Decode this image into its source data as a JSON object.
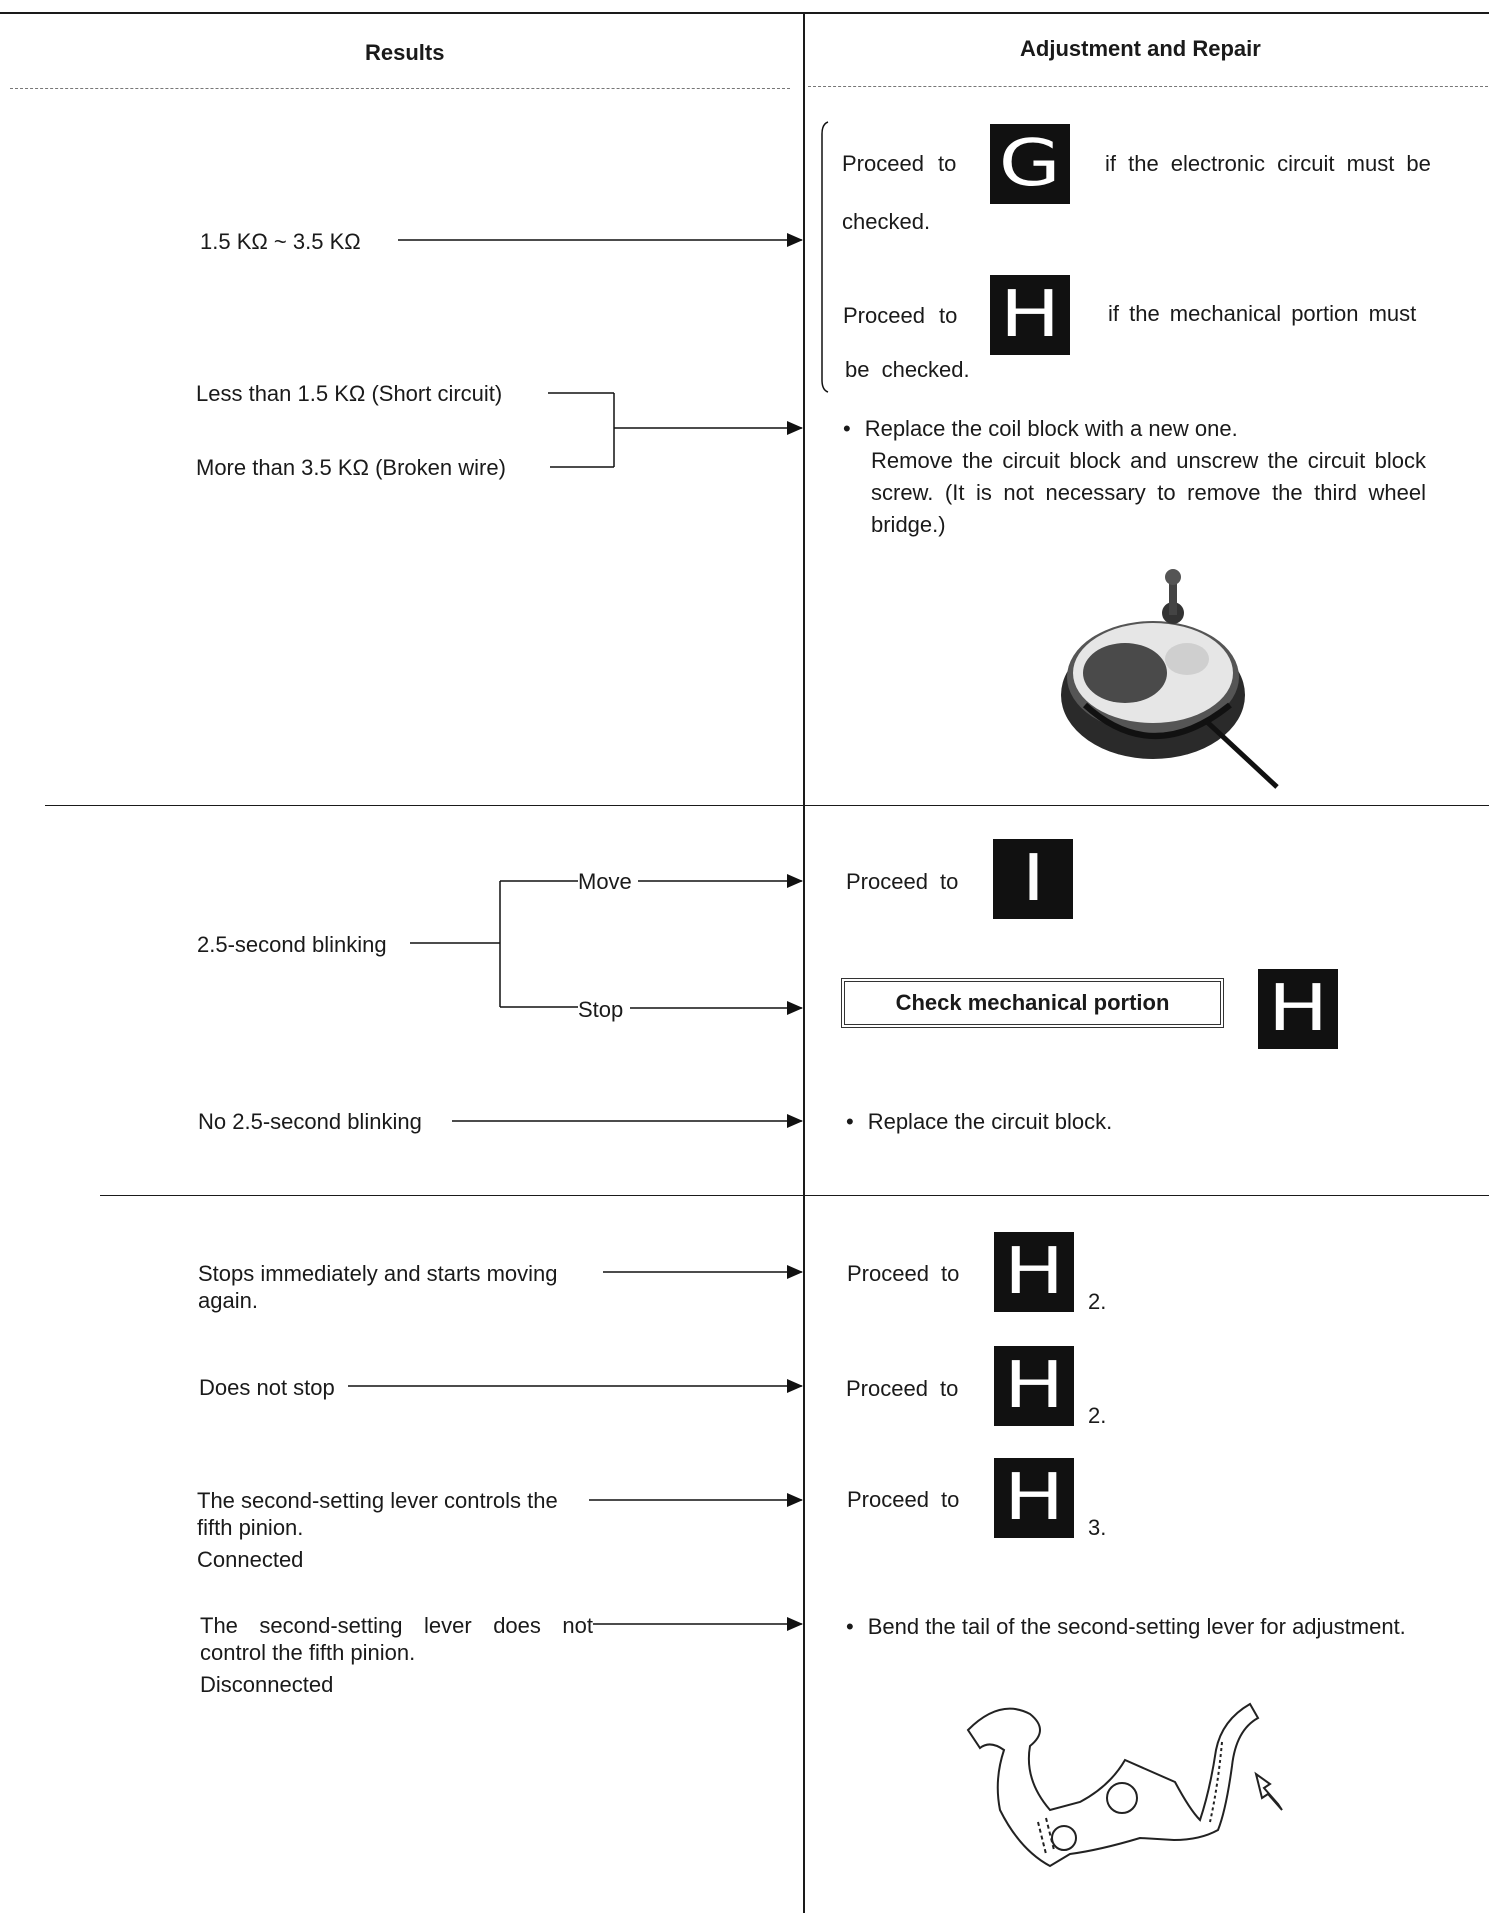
{
  "header": {
    "results": "Results",
    "adjustment": "Adjustment and Repair"
  },
  "section1": {
    "range_result": "1.5 KΩ ~ 3.5 KΩ",
    "less_than": "Less than 1.5 KΩ (Short circuit)",
    "more_than": "More than 3.5 KΩ (Broken wire)",
    "proceed_g_prefix": "Proceed to",
    "proceed_g_badge": "G",
    "proceed_g_suffix": "if the electronic circuit must be",
    "proceed_g_cont": "checked.",
    "proceed_h_prefix": "Proceed to",
    "proceed_h_badge": "H",
    "proceed_h_suffix": "if the mechanical portion must",
    "proceed_h_cont": "be checked.",
    "replace_coil_1": "Replace the coil block with a new one.",
    "replace_coil_2": "Remove the circuit block and unscrew the circuit block screw. (It is not necessary to remove the third wheel bridge.)"
  },
  "section2": {
    "blinking": "2.5-second blinking",
    "move": "Move",
    "stop": "Stop",
    "no_blinking": "No 2.5-second blinking",
    "proceed_i_prefix": "Proceed to",
    "proceed_i_badge": "I",
    "check_mechanical": "Check mechanical portion",
    "check_badge": "H",
    "replace_circuit": "Replace the circuit block."
  },
  "section3": {
    "stops_immediately": "Stops immediately and starts moving again.",
    "does_not_stop": "Does not stop",
    "connected_a": "The second-setting lever controls the fifth pinion.",
    "connected_b": "Connected",
    "disconnected_a": "The second-setting lever does not control the fifth pinion.",
    "disconnected_b": "Disconnected",
    "proceed_label": "Proceed to",
    "badge": "H",
    "step2a": "2.",
    "step2b": "2.",
    "step3": "3.",
    "bend_tail": "Bend the tail of the second-setting lever for adjust­ment."
  }
}
